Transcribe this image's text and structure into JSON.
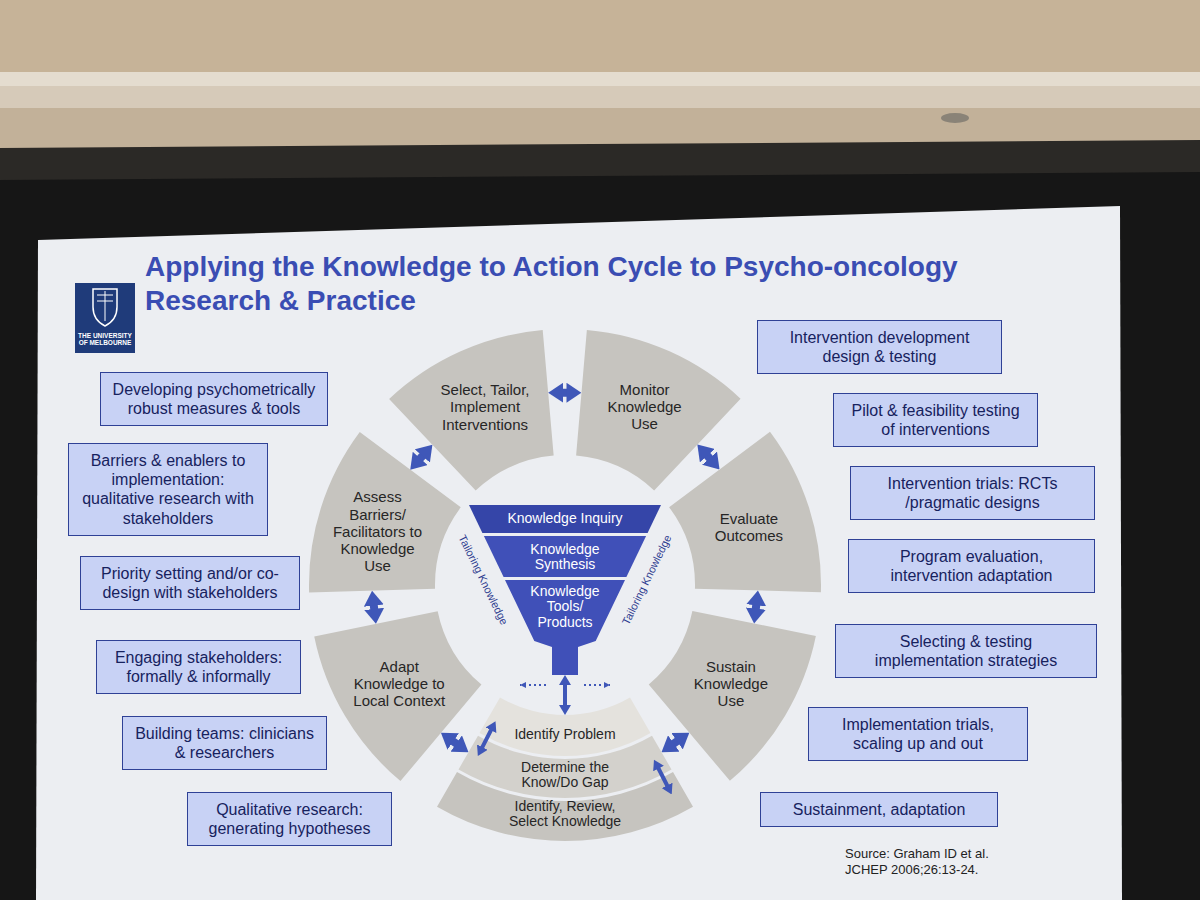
{
  "diagram": {
    "title": "Applying the Knowledge to Action Cycle to Psycho-oncology Research & Practice",
    "nodes": [
      {
        "text": [
          "Select, Tailor, Implement Interventions"
        ]
      },
      {
        "text": [
          "Monitor Knowledge Use"
        ]
      },
      {
        "text": [
          "Evaluate Outcomes"
        ]
      },
      {
        "text": [
          "Sustain Knowledge Use"
        ]
      },
      {
        "text": [
          "Identify Problem"
        ]
      },
      {
        "text": [
          "Determine the Know/Do Gap"
        ]
      },
      {
        "text": [
          "Identify, Review, Select Knowledge"
        ]
      },
      {
        "text": [
          "Adapt Knowledge to Local Context"
        ]
      },
      {
        "text": [
          "Assess Barriers/ Facilitators to Knowledge Use"
        ]
      },
      {
        "text": [
          "Knowledge Inquiry"
        ]
      },
      {
        "text": [
          "Knowledge Synthesis"
        ]
      },
      {
        "text": [
          "Knowledge Tools/ Products"
        ]
      },
      {
        "text": [
          "Developing psychometrically robust measures & tools"
        ]
      },
      {
        "text": [
          "Barriers & enablers to implementation: qualitative research with stakeholders"
        ]
      },
      {
        "text": [
          "Priority setting and/or co-design with stakeholders"
        ]
      },
      {
        "text": [
          "Engaging stakeholders: formally & informally"
        ]
      },
      {
        "text": [
          "Building teams: clinicians & researchers"
        ]
      },
      {
        "text": [
          "Qualitative research: generating hypotheses"
        ]
      },
      {
        "text": [
          "Intervention development design & testing"
        ]
      },
      {
        "text": [
          "Pilot & feasibility testing of interventions"
        ]
      },
      {
        "text": [
          "Intervention trials: RCTs /pragmatic designs"
        ]
      },
      {
        "text": [
          "Program evaluation, intervention adaptation"
        ]
      },
      {
        "text": [
          "Selecting & testing implementation strategies"
        ]
      },
      {
        "text": [
          "Implementation trials, scaling up and out"
        ]
      },
      {
        "text": [
          "Sustainment, adaptation"
        ]
      }
    ],
    "edges": [
      {
        "from": 0,
        "to": 1,
        "arrow": "both"
      },
      {
        "from": 1,
        "to": 2,
        "arrow": "both"
      },
      {
        "from": 2,
        "to": 3,
        "arrow": "both"
      },
      {
        "from": 3,
        "to": 5,
        "arrow": "both"
      },
      {
        "from": 5,
        "to": 7,
        "arrow": "both"
      },
      {
        "from": 7,
        "to": 8,
        "arrow": "both"
      },
      {
        "from": 8,
        "to": 0,
        "arrow": "both"
      },
      {
        "from": 4,
        "to": 5,
        "arrow": "both"
      },
      {
        "from": 5,
        "to": 6,
        "arrow": "both"
      },
      {
        "from": 11,
        "to": 4,
        "arrow": "both"
      }
    ],
    "labels": [
      "THE UNIVERSITY OF MELBOURNE",
      "Tailoring Knowledge",
      "Tailoring Knowledge",
      "Source: Graham ID et al. JCHEP 2006;26:13-24."
    ]
  }
}
